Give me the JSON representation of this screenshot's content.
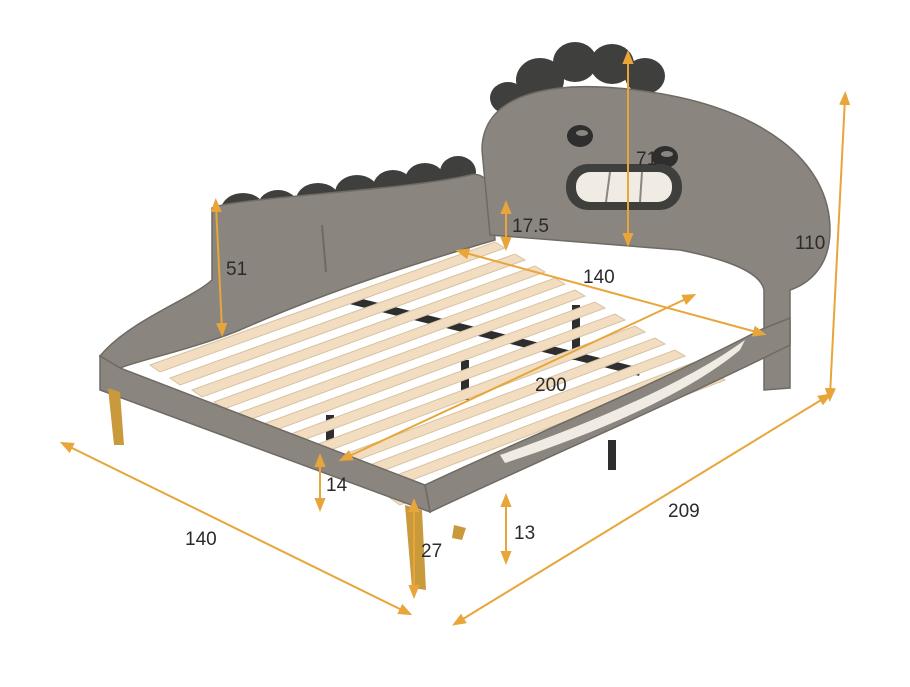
{
  "image": {
    "subject": "Upholstered full-size kids bed with dinosaur-shaped headboard and side rail, wooden slats, gold legs",
    "colors": {
      "upholstery": "#8a857e",
      "upholstery_dark": "#6f6a63",
      "spikes": "#3f3f3d",
      "slat": "#f2ddc0",
      "support": "#2e2e2e",
      "leg_gold": "#c99a3c",
      "dimension_arrow": "#e8a53a",
      "teeth": "#f0ece4"
    }
  },
  "dimensions": {
    "headboard_height": "71",
    "side_rail_height": "51",
    "headboard_gap": "17.5",
    "inner_width": "140",
    "inner_length": "200",
    "total_height": "110",
    "frame_thickness": "14",
    "leg_height": "27",
    "floor_clearance": "13",
    "outer_width": "140",
    "outer_length": "209"
  }
}
